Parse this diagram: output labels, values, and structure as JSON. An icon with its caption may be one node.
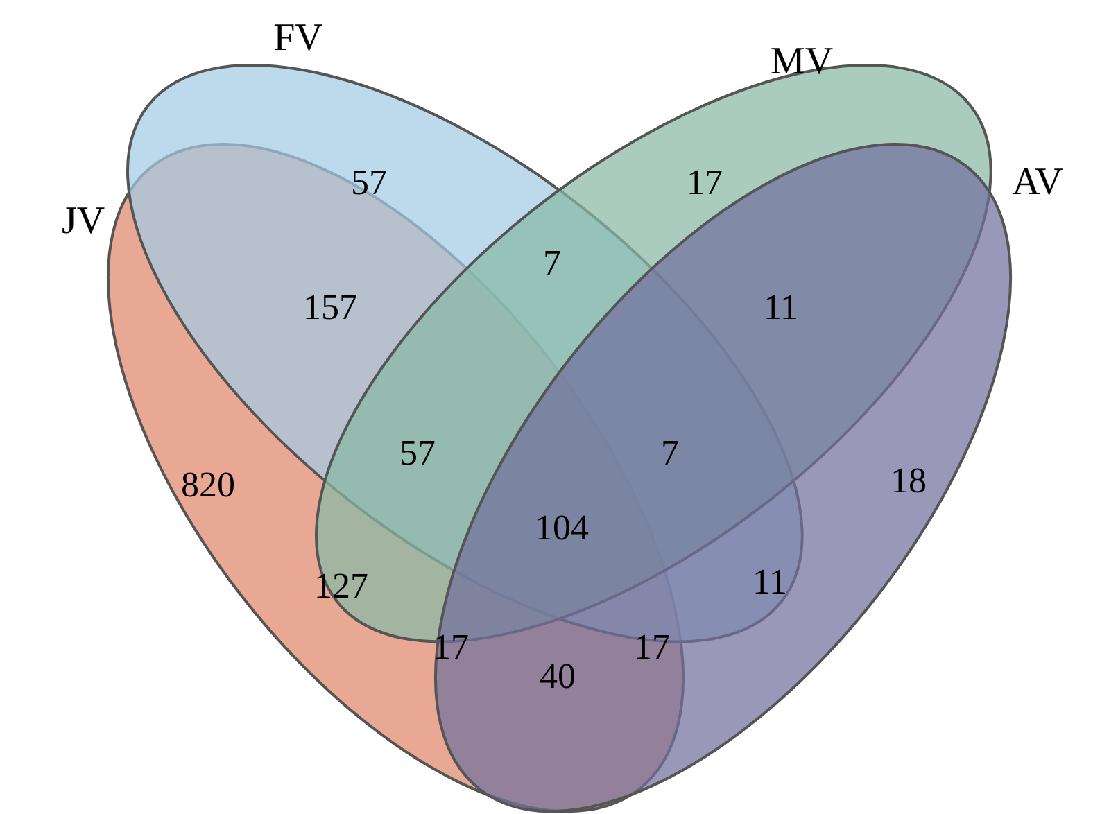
{
  "diagram": {
    "nodes": [
      {
        "text": [
          "JV"
        ]
      },
      {
        "text": [
          "FV"
        ]
      },
      {
        "text": [
          "MV"
        ]
      },
      {
        "text": [
          "AV"
        ]
      }
    ],
    "labels": [
      "57",
      "17",
      "7",
      "157",
      "11",
      "820",
      "57",
      "7",
      "18",
      "104",
      "127",
      "11",
      "17",
      "17",
      "40"
    ]
  }
}
